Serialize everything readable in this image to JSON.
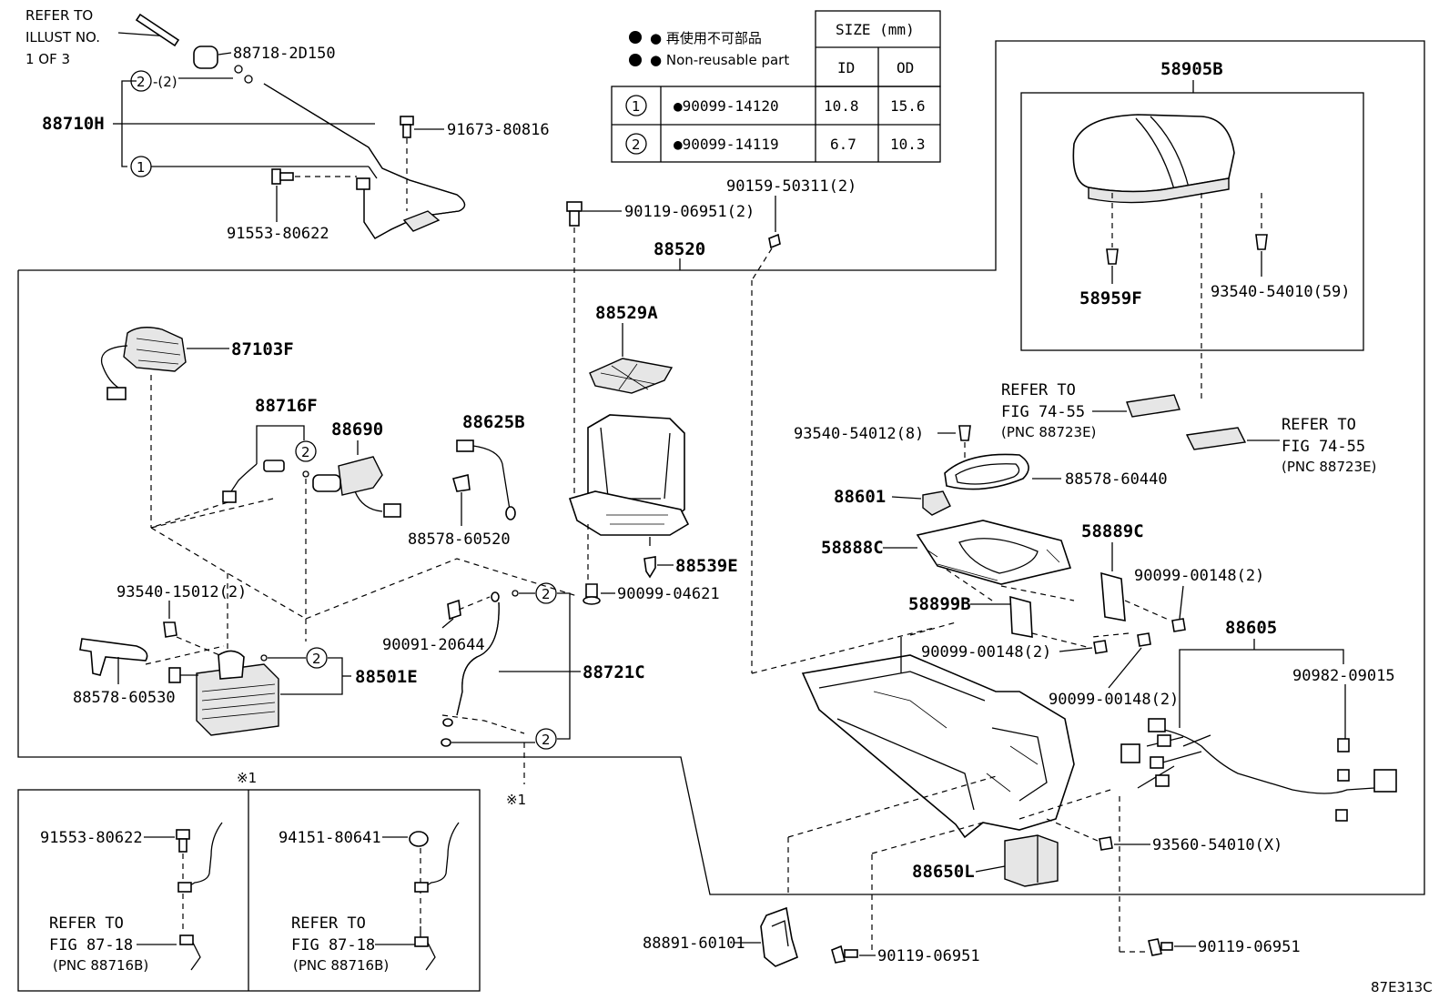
{
  "table": {
    "legend_jp": "● 再使用不可部品",
    "legend_en": "● Non-reusable part",
    "size_header": "SIZE (mm)",
    "id_header": "ID",
    "od_header": "OD",
    "rows": [
      {
        "num": "1",
        "part": "●90099-14120",
        "id": "10.8",
        "od": "15.6"
      },
      {
        "num": "2",
        "part": "●90099-14119",
        "id": "6.7",
        "od": "10.3"
      }
    ]
  },
  "refer_illust": {
    "l1": "REFER TO",
    "l2": "ILLUST NO.",
    "l3": "1 OF 3"
  },
  "labels": {
    "p88718_2D150": "88718-2D150",
    "p88710H": "88710H",
    "p91673_80816": "91673-80816",
    "p91553_80622": "91553-80622",
    "p90119_06951_2": "90119-06951(2)",
    "p90159_50311_2": "90159-50311(2)",
    "p88520": "88520",
    "p87103F": "87103F",
    "p88529A": "88529A",
    "p88716F": "88716F",
    "p88690": "88690",
    "p88625B": "88625B",
    "p88578_60520": "88578-60520",
    "p88539E": "88539E",
    "p90099_04621": "90099-04621",
    "p93540_15012_2": "93540-15012(2)",
    "p90091_20644": "90091-20644",
    "p88721C": "88721C",
    "p88501E": "88501E",
    "p88578_60530": "88578-60530",
    "p58905B": "58905B",
    "p58959F": "58959F",
    "p93540_54010_59": "93540-54010(59)",
    "p93540_54012_8": "93540-54012(8)",
    "p88578_60440": "88578-60440",
    "p88601": "88601",
    "p58888C": "58888C",
    "p58889C": "58889C",
    "p90099_00148_2a": "90099-00148(2)",
    "p58899B": "58899B",
    "p90099_00148_2b": "90099-00148(2)",
    "p90099_00148_2c": "90099-00148(2)",
    "p88605": "88605",
    "p90982_09015": "90982-09015",
    "p93560_54010_X": "93560-54010(X)",
    "p88650L": "88650L",
    "p88891_60101": "88891-60101",
    "p90119_06951_a": "90119-06951",
    "p90119_06951_b": "90119-06951",
    "inset_91553_80622": "91553-80622",
    "inset_94151_80641": "94151-80641"
  },
  "refer_fig74_a": {
    "l1": "REFER TO",
    "l2": "FIG 74-55",
    "l3": "(PNC 88723E)"
  },
  "refer_fig74_b": {
    "l1": "REFER TO",
    "l2": "FIG 74-55",
    "l3": "(PNC 88723E)"
  },
  "refer_fig87_a": {
    "l1": "REFER TO",
    "l2": "FIG 87-18",
    "l3": "(PNC 88716B)"
  },
  "refer_fig87_b": {
    "l1": "REFER TO",
    "l2": "FIG 87-18",
    "l3": "(PNC 88716B)"
  },
  "callouts": {
    "c1": "1",
    "c2": "2",
    "c2_count": "-(2)",
    "star1": "※1",
    "star1b": "※1"
  },
  "figure_code": "87E313C"
}
